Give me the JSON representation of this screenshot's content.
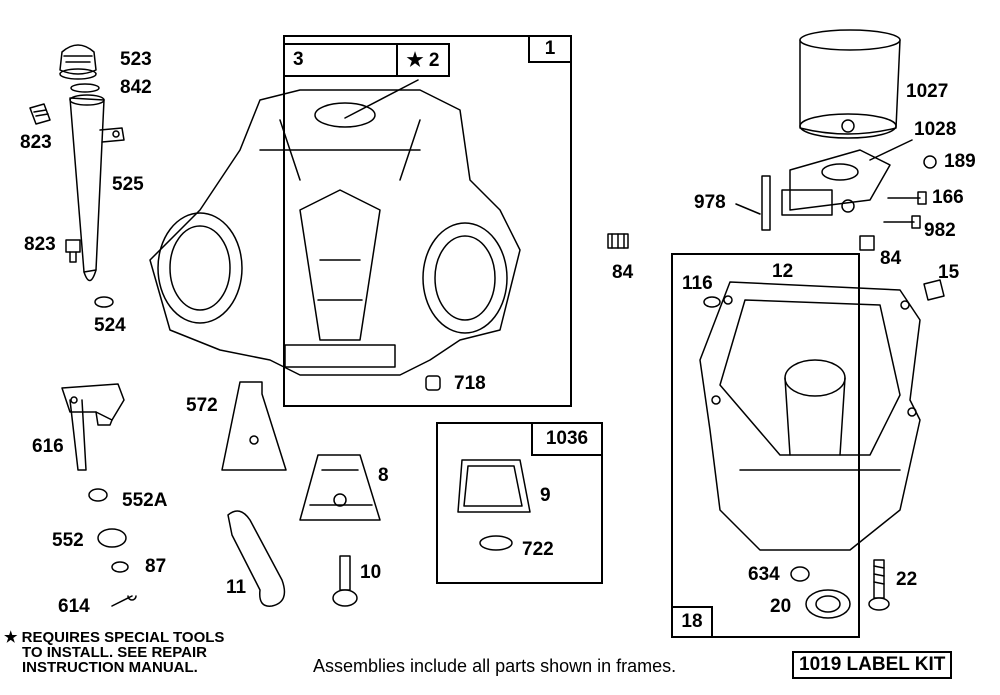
{
  "part_labels": {
    "p1": "1",
    "p2": "★ 2",
    "p3": "3",
    "p523": "523",
    "p842": "842",
    "p823a": "823",
    "p823b": "823",
    "p525": "525",
    "p524": "524",
    "p616": "616",
    "p552A": "552A",
    "p552": "552",
    "p87": "87",
    "p614": "614",
    "p572": "572",
    "p8": "8",
    "p11": "11",
    "p10": "10",
    "p718": "718",
    "p1036": "1036",
    "p9": "9",
    "p722": "722",
    "p84a": "84",
    "p84b": "84",
    "p1027": "1027",
    "p1028": "1028",
    "p189": "189",
    "p166": "166",
    "p978": "978",
    "p982": "982",
    "p116": "116",
    "p12": "12",
    "p15": "15",
    "p634": "634",
    "p22": "22",
    "p20": "20",
    "p18": "18"
  },
  "notes": {
    "special_tools": [
      "★ REQUIRES SPECIAL TOOLS",
      "TO INSTALL.  SEE REPAIR",
      "INSTRUCTION MANUAL."
    ],
    "footer": "Assemblies include all parts shown in frames.",
    "label_kit": "1019 LABEL KIT"
  }
}
